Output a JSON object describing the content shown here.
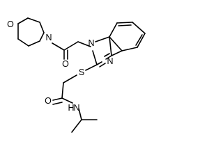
{
  "molecule": {
    "atoms": {
      "morpholine_o": "O",
      "morpholine_n": "N",
      "carbonyl_o_top": "O",
      "benzimidazole_n1": "N",
      "benzimidazole_n3": "N",
      "thioether_s": "S",
      "carbonyl_o_bottom": "O",
      "amide_n": "N",
      "amide_h": "H"
    }
  }
}
